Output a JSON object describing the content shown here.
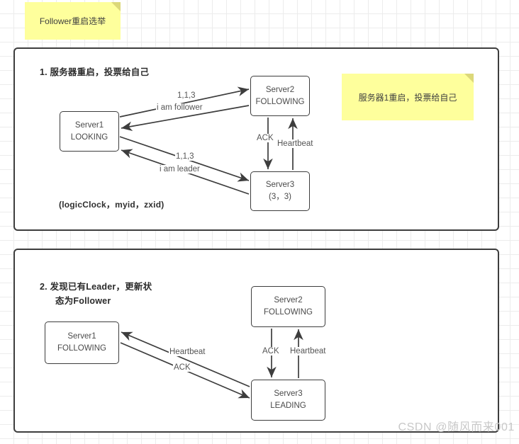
{
  "sticky_notes": [
    {
      "id": "top-note",
      "text": "Follower重启选举"
    },
    {
      "id": "panel1-note",
      "text": "服务器1重启，投票给自己"
    }
  ],
  "panels": [
    {
      "id": "panel-1",
      "heading": "1. 服务器重启，投票给自己",
      "footnote": "(logicClock，myid，zxid)",
      "nodes": [
        {
          "name": "server1",
          "line1": "Server1",
          "line2": "LOOKING"
        },
        {
          "name": "server2",
          "line1": "Server2",
          "line2": "FOLLOWING"
        },
        {
          "name": "server3",
          "line1": "Server3",
          "line2": "(3，3)"
        }
      ],
      "edge_labels": [
        {
          "name": "vote-up",
          "text": "1,1,3"
        },
        {
          "name": "i-am-follower",
          "text": "i am follower"
        },
        {
          "name": "vote-down",
          "text": "1,1,3"
        },
        {
          "name": "i-am-leader",
          "text": "i am leader"
        },
        {
          "name": "ack",
          "text": "ACK"
        },
        {
          "name": "heartbeat",
          "text": "Heartbeat"
        }
      ]
    },
    {
      "id": "panel-2",
      "heading_line1": "2. 发现已有Leader，更新状",
      "heading_line2": "态为Follower",
      "nodes": [
        {
          "name": "server1",
          "line1": "Server1",
          "line2": "FOLLOWING"
        },
        {
          "name": "server2",
          "line1": "Server2",
          "line2": "FOLLOWING"
        },
        {
          "name": "server3",
          "line1": "Server3",
          "line2": "LEADING"
        }
      ],
      "edge_labels": [
        {
          "name": "heartbeat-left",
          "text": "Heartbeat"
        },
        {
          "name": "ack-left",
          "text": "ACK"
        },
        {
          "name": "ack-mid",
          "text": "ACK"
        },
        {
          "name": "heartbeat-mid",
          "text": "Heartbeat"
        }
      ]
    }
  ],
  "watermark": "CSDN @随风而来001",
  "colors": {
    "sticky": "#feff9c",
    "panel_border": "#3d3d3d",
    "node_text": "#4a4a4a",
    "grid": "#ececec"
  }
}
